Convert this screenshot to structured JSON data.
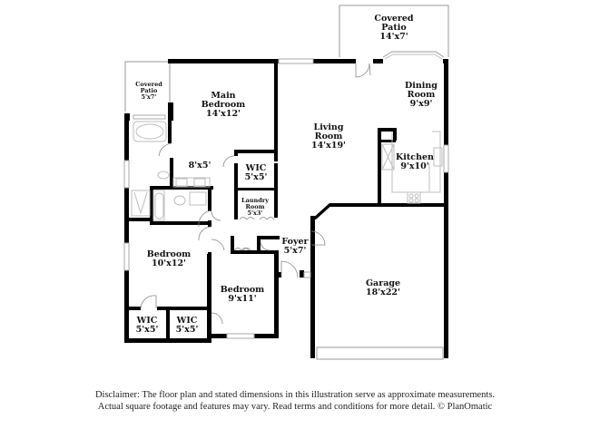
{
  "rooms": {
    "covered_patio_top": {
      "name": "Covered",
      "name2": "Patio",
      "dims": "14'x7'"
    },
    "covered_patio_left": {
      "name": "Covered",
      "name2": "Patio",
      "dims": "5'x7'"
    },
    "main_bedroom": {
      "name": "Main",
      "name2": "Bedroom",
      "dims": "14'x12'"
    },
    "dining_room": {
      "name": "Dining",
      "name2": "Room",
      "dims": "9'x9'"
    },
    "living_room": {
      "name": "Living",
      "name2": "Room",
      "dims": "14'x19'"
    },
    "main_bath": {
      "dims": "8'x5'"
    },
    "wic_main": {
      "name": "WIC",
      "dims": "5'x5'"
    },
    "laundry_room": {
      "name": "Laundry",
      "name2": "Room",
      "dims": "5'x3'"
    },
    "kitchen": {
      "name": "Kitchen",
      "dims": "9'x10'"
    },
    "foyer": {
      "name": "Foyer",
      "dims": "5'x7'"
    },
    "bedroom_2": {
      "name": "Bedroom",
      "dims": "10'x12'"
    },
    "bedroom_3": {
      "name": "Bedroom",
      "dims": "9'x11'"
    },
    "wic_2": {
      "name": "WIC",
      "dims": "5'x5'"
    },
    "wic_3": {
      "name": "WIC",
      "dims": "5'x5'"
    },
    "garage": {
      "name": "Garage",
      "dims": "18'x22'"
    }
  },
  "disclaimer": {
    "line1": "Disclaimer: The floor plan and stated dimensions in this illustration serve as approximate measurements.",
    "line2": "Actual square footage and features may vary. Read terms and conditions for more detail. © PlanOmatic"
  }
}
